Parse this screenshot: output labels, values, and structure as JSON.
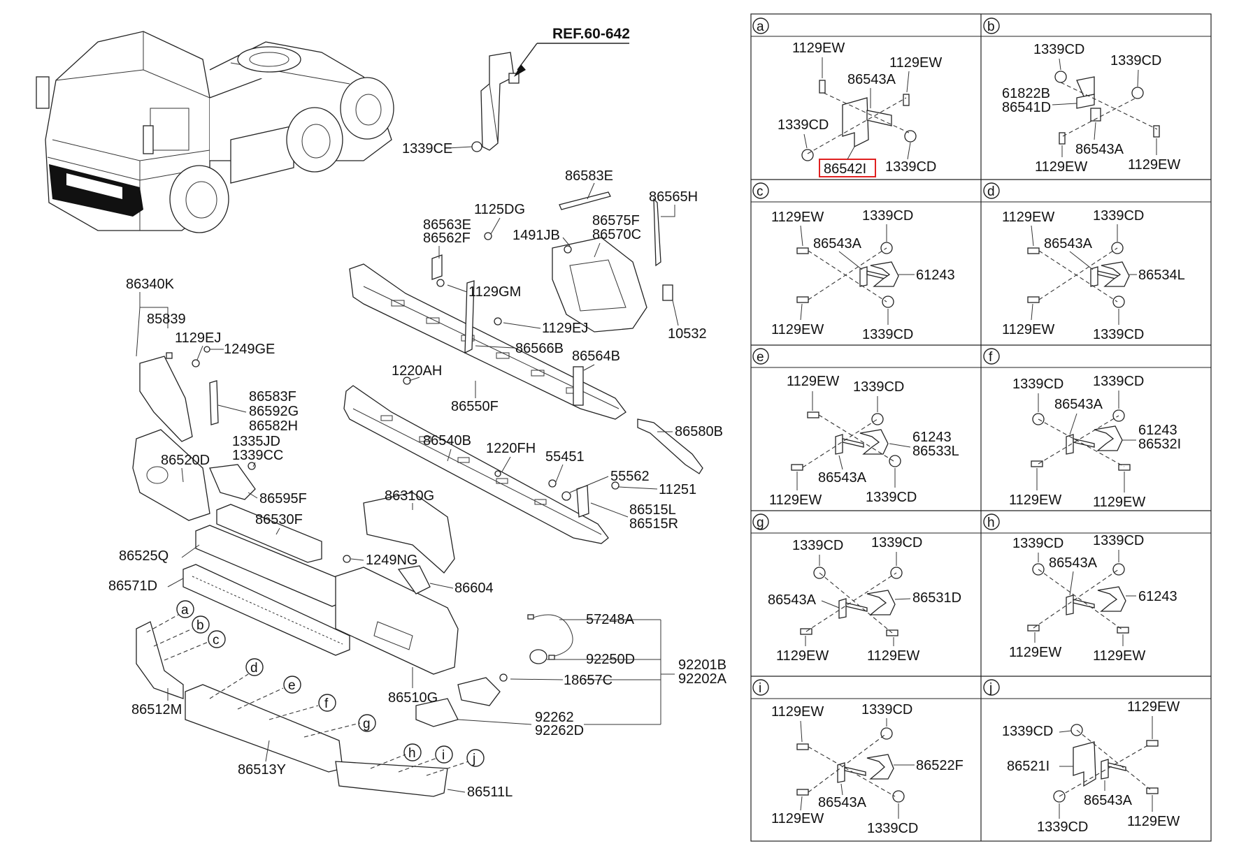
{
  "ref": "REF.60-642",
  "main_labels": {
    "l1339CE": "1339CE",
    "l86583E": "86583E",
    "l86565H": "86565H",
    "l86563E": "86563E",
    "l86562F": "86562F",
    "l1125DG": "1125DG",
    "l1491JB": "1491JB",
    "l86575F": "86575F",
    "l86570C": "86570C",
    "l1129GM": "1129GM",
    "l10532": "10532",
    "l86340K": "86340K",
    "l85839": "85839",
    "l1129EJ_a": "1129EJ",
    "l1249GE": "1249GE",
    "l1129EJ_b": "1129EJ",
    "l86566B": "86566B",
    "l1220AH": "1220AH",
    "l86564B": "86564B",
    "l86583F": "86583F",
    "l86592G": "86592G",
    "l86582H": "86582H",
    "l86550F": "86550F",
    "l1335JD": "1335JD",
    "l1339CC": "1339CC",
    "l86520D": "86520D",
    "l86540B": "86540B",
    "l1220FH": "1220FH",
    "l86580B": "86580B",
    "l55451": "55451",
    "l55562": "55562",
    "l11251": "11251",
    "l86595F": "86595F",
    "l86515L": "86515L",
    "l86515R": "86515R",
    "l86310G": "86310G",
    "l86530F": "86530F",
    "l86525Q": "86525Q",
    "l1249NG": "1249NG",
    "l86571D": "86571D",
    "l86604": "86604",
    "l57248A": "57248A",
    "l92250D": "92250D",
    "l92201B": "92201B",
    "l92202A": "92202A",
    "l18657C": "18657C",
    "l86512M": "86512M",
    "l86510G": "86510G",
    "l92262": "92262",
    "l92262D": "92262D",
    "l86513Y": "86513Y",
    "l86511L": "86511L"
  },
  "circle_letters": [
    "a",
    "b",
    "c",
    "d",
    "e",
    "f",
    "g",
    "h",
    "i",
    "j"
  ],
  "panels": {
    "a": {
      "letter": "a",
      "labels": [
        "1129EW",
        "86543A",
        "1129EW",
        "1339CD",
        "1339CD"
      ],
      "highlight": "86542I"
    },
    "b": {
      "letter": "b",
      "labels": [
        "1339CD",
        "1339CD",
        "61822B",
        "86541D",
        "86543A",
        "1129EW",
        "1129EW"
      ]
    },
    "c": {
      "letter": "c",
      "labels": [
        "1129EW",
        "1339CD",
        "86543A",
        "61243",
        "1129EW",
        "1339CD"
      ]
    },
    "d": {
      "letter": "d",
      "labels": [
        "1129EW",
        "1339CD",
        "86543A",
        "86534L",
        "1129EW",
        "1339CD"
      ]
    },
    "e": {
      "letter": "e",
      "labels": [
        "1129EW",
        "1339CD",
        "61243",
        "86533L",
        "86543A",
        "1129EW",
        "1339CD"
      ]
    },
    "f": {
      "letter": "f",
      "labels": [
        "1339CD",
        "1339CD",
        "86543A",
        "61243",
        "86532I",
        "1129EW",
        "1129EW"
      ]
    },
    "g": {
      "letter": "g",
      "labels": [
        "1339CD",
        "1339CD",
        "86543A",
        "86531D",
        "1129EW",
        "1129EW"
      ]
    },
    "h": {
      "letter": "h",
      "labels": [
        "1339CD",
        "1339CD",
        "86543A",
        "61243",
        "1129EW",
        "1129EW"
      ]
    },
    "i": {
      "letter": "i",
      "labels": [
        "1129EW",
        "1339CD",
        "86522F",
        "86543A",
        "1129EW",
        "1339CD"
      ]
    },
    "j": {
      "letter": "j",
      "labels": [
        "1129EW",
        "1339CD",
        "86521I",
        "86543A",
        "1339CD",
        "1129EW"
      ]
    }
  }
}
